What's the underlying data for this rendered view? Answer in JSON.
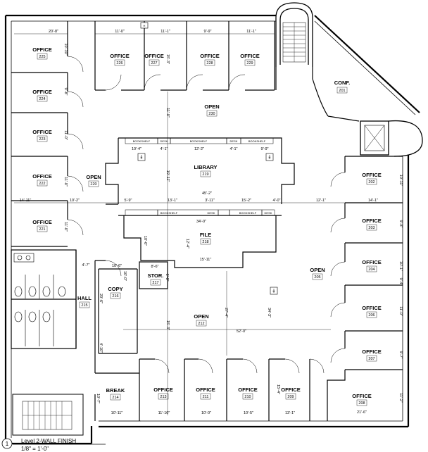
{
  "rooms": [
    {
      "id": "office-225",
      "name": "OFFICE",
      "num": "225"
    },
    {
      "id": "office-224",
      "name": "OFFICE",
      "num": "224"
    },
    {
      "id": "office-223",
      "name": "OFFICE",
      "num": "223"
    },
    {
      "id": "office-222",
      "name": "OFFICE",
      "num": "222"
    },
    {
      "id": "office-221",
      "name": "OFFICE",
      "num": "221"
    },
    {
      "id": "office-226",
      "name": "OFFICE",
      "num": "226"
    },
    {
      "id": "office-227",
      "name": "OFFICE",
      "num": "227"
    },
    {
      "id": "office-228",
      "name": "OFFICE",
      "num": "228"
    },
    {
      "id": "office-229",
      "name": "OFFICE",
      "num": "229"
    },
    {
      "id": "open-230",
      "name": "OPEN",
      "num": "230"
    },
    {
      "id": "conf-201",
      "name": "CONF.",
      "num": "201"
    },
    {
      "id": "open-220",
      "name": "OPEN",
      "num": "220"
    },
    {
      "id": "library-219",
      "name": "LIBRARY",
      "num": "219"
    },
    {
      "id": "file-218",
      "name": "FILE",
      "num": "218"
    },
    {
      "id": "office-202",
      "name": "OFFICE",
      "num": "202"
    },
    {
      "id": "office-203",
      "name": "OFFICE",
      "num": "203"
    },
    {
      "id": "office-204",
      "name": "OFFICE",
      "num": "204"
    },
    {
      "id": "office-206",
      "name": "OFFICE",
      "num": "206"
    },
    {
      "id": "office-207",
      "name": "OFFICE",
      "num": "207"
    },
    {
      "id": "office-208",
      "name": "OFFICE",
      "num": "208"
    },
    {
      "id": "open-205",
      "name": "OPEN",
      "num": "205"
    },
    {
      "id": "hall-215",
      "name": "HALL",
      "num": "215"
    },
    {
      "id": "copy-216",
      "name": "COPY",
      "num": "216"
    },
    {
      "id": "stor-217",
      "name": "STOR.",
      "num": "217"
    },
    {
      "id": "open-212",
      "name": "OPEN",
      "num": "212"
    },
    {
      "id": "break-214",
      "name": "BREAK",
      "num": "214"
    },
    {
      "id": "office-213",
      "name": "OFFICE",
      "num": "213"
    },
    {
      "id": "office-211",
      "name": "OFFICE",
      "num": "211"
    },
    {
      "id": "office-210",
      "name": "OFFICE",
      "num": "210"
    },
    {
      "id": "office-209",
      "name": "OFFICE",
      "num": "209"
    }
  ],
  "dimensions": [
    {
      "id": "d-20-8",
      "text": "20'-8\""
    },
    {
      "id": "d-11-0a",
      "text": "11'-0\""
    },
    {
      "id": "d-11-1a",
      "text": "11'-1\""
    },
    {
      "id": "d-9-9a",
      "text": "9'-9\""
    },
    {
      "id": "d-11-1b",
      "text": "11'-1\""
    },
    {
      "id": "d-10-10",
      "text": "10'-10\""
    },
    {
      "id": "d-15-3a",
      "text": "15'-3\""
    },
    {
      "id": "d-9-8",
      "text": "9'-8\""
    },
    {
      "id": "d-11-0b",
      "text": "11'-0\""
    },
    {
      "id": "d-11-0c",
      "text": "11'-0\""
    },
    {
      "id": "d-14-11",
      "text": "14'-11\""
    },
    {
      "id": "d-10-2",
      "text": "10'-2\""
    },
    {
      "id": "d-11-0d",
      "text": "11'-0\""
    },
    {
      "id": "d-11-0e",
      "text": "11'-0\""
    },
    {
      "id": "d-19-11",
      "text": "19'-11\""
    },
    {
      "id": "d-10-4",
      "text": "10'-4\""
    },
    {
      "id": "d-4-1a",
      "text": "4'-1\""
    },
    {
      "id": "d-12-2",
      "text": "12'-2\""
    },
    {
      "id": "d-4-1b",
      "text": "4'-1\""
    },
    {
      "id": "d-9-9b",
      "text": "9'-9\""
    },
    {
      "id": "d-45-2",
      "text": "45'-2\""
    },
    {
      "id": "d-5-9",
      "text": "5'-9\""
    },
    {
      "id": "d-13-1",
      "text": "13'-1\""
    },
    {
      "id": "d-3-11",
      "text": "3'-11\""
    },
    {
      "id": "d-15-2",
      "text": "15'-2\""
    },
    {
      "id": "d-4-0",
      "text": "4'-0\""
    },
    {
      "id": "d-12-1",
      "text": "12'-1\""
    },
    {
      "id": "d-14-1",
      "text": "14'-1\""
    },
    {
      "id": "d-34-0",
      "text": "34'-0\""
    },
    {
      "id": "d-10-6a",
      "text": "10'-6\""
    },
    {
      "id": "d-12-4",
      "text": "12'-4\""
    },
    {
      "id": "d-15-11",
      "text": "15'-11\""
    },
    {
      "id": "d-10-11a",
      "text": "10'-11\""
    },
    {
      "id": "d-9-8b",
      "text": "9'-8\""
    },
    {
      "id": "d-10-1",
      "text": "10'-1\""
    },
    {
      "id": "d-9-4",
      "text": "9'-4\""
    },
    {
      "id": "d-11-0f",
      "text": "11'-0\""
    },
    {
      "id": "d-9-7",
      "text": "9'-7\""
    },
    {
      "id": "d-21-6",
      "text": "21'-6\""
    },
    {
      "id": "d-11-2",
      "text": "11'-2\""
    },
    {
      "id": "d-4-7",
      "text": "4'-7\""
    },
    {
      "id": "d-10-6b",
      "text": "10'-6\""
    },
    {
      "id": "d-10-0a",
      "text": "10'-0\""
    },
    {
      "id": "d-8-6",
      "text": "8'-6\""
    },
    {
      "id": "d-6-0",
      "text": "6'-0\""
    },
    {
      "id": "d-20-6",
      "text": "20'-6\""
    },
    {
      "id": "d-4-10",
      "text": "4'-10\""
    },
    {
      "id": "d-15-3b",
      "text": "15'-3\""
    },
    {
      "id": "d-27-4",
      "text": "27'-4\""
    },
    {
      "id": "d-34-3",
      "text": "34'-3\""
    },
    {
      "id": "d-52-0",
      "text": "52'-0\""
    },
    {
      "id": "d-10-11b",
      "text": "10'-11\""
    },
    {
      "id": "d-11-10",
      "text": "11'-10\""
    },
    {
      "id": "d-10-0b",
      "text": "10'-0\""
    },
    {
      "id": "d-10-5",
      "text": "10'-5\""
    },
    {
      "id": "d-13-1b",
      "text": "13'-1\""
    },
    {
      "id": "d-15-4",
      "text": "15'-4\""
    },
    {
      "id": "d-10-7",
      "text": "10'-7\""
    }
  ],
  "labels": {
    "bookshelf": "BOOKSHELF",
    "desk": "DESK",
    "h_marker": "H",
    "title_number": "1",
    "title_text": "Level 2-WALL FINISH",
    "scale_text": "1/8\" = 1'-0\""
  }
}
